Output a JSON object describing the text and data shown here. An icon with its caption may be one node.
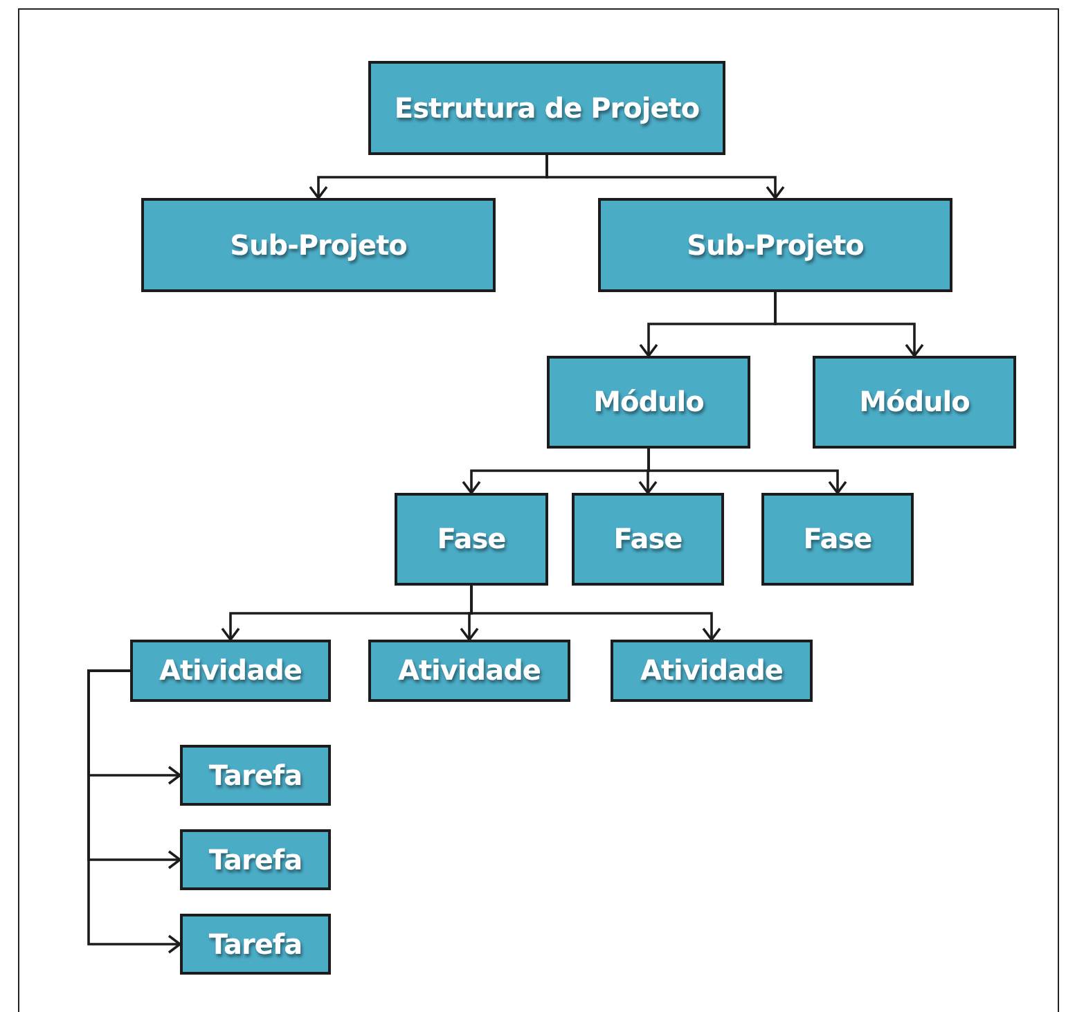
{
  "diagram": {
    "nodes": [
      {
        "text": [
          "Estrutura de Projeto"
        ]
      },
      {
        "text": [
          "Sub-Projeto"
        ]
      },
      {
        "text": [
          "Sub-Projeto"
        ]
      },
      {
        "text": [
          "Módulo"
        ]
      },
      {
        "text": [
          "Módulo"
        ]
      },
      {
        "text": [
          "Fase"
        ]
      },
      {
        "text": [
          "Fase"
        ]
      },
      {
        "text": [
          "Fase"
        ]
      },
      {
        "text": [
          "Atividade"
        ]
      },
      {
        "text": [
          "Atividade"
        ]
      },
      {
        "text": [
          "Atividade"
        ]
      },
      {
        "text": [
          "Tarefa"
        ]
      },
      {
        "text": [
          "Tarefa"
        ]
      },
      {
        "text": [
          "Tarefa"
        ]
      }
    ],
    "edges": [
      {
        "from": 0,
        "to": 1,
        "arrow": "to"
      },
      {
        "from": 0,
        "to": 2,
        "arrow": "to"
      },
      {
        "from": 2,
        "to": 3,
        "arrow": "to"
      },
      {
        "from": 2,
        "to": 4,
        "arrow": "to"
      },
      {
        "from": 3,
        "to": 5,
        "arrow": "to"
      },
      {
        "from": 3,
        "to": 6,
        "arrow": "to"
      },
      {
        "from": 3,
        "to": 7,
        "arrow": "to"
      },
      {
        "from": 5,
        "to": 8,
        "arrow": "to"
      },
      {
        "from": 5,
        "to": 9,
        "arrow": "to"
      },
      {
        "from": 5,
        "to": 10,
        "arrow": "to"
      },
      {
        "from": 8,
        "to": 11,
        "arrow": "to"
      },
      {
        "from": 8,
        "to": 12,
        "arrow": "to"
      },
      {
        "from": 8,
        "to": 13,
        "arrow": "to"
      }
    ]
  }
}
